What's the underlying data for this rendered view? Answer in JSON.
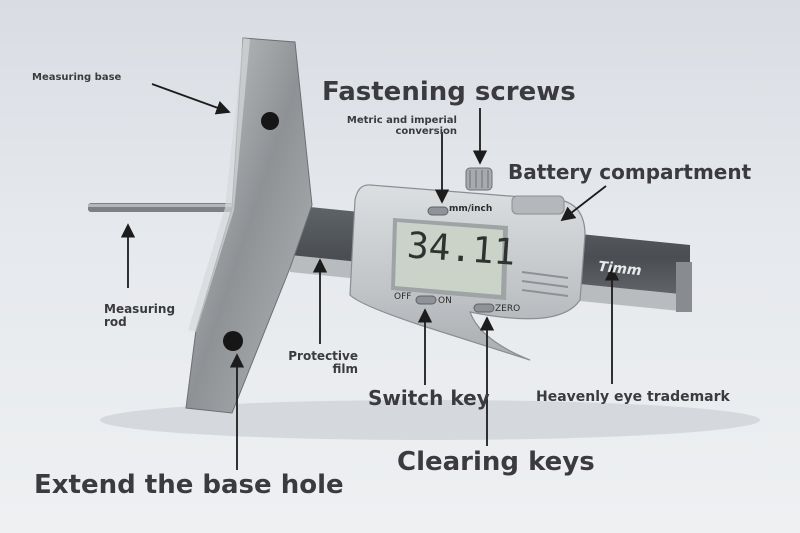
{
  "labels": {
    "measuring_base": "Measuring base",
    "fastening_screws": "Fastening screws",
    "metric_imperial_line1": "Metric and imperial",
    "metric_imperial_line2": "conversion",
    "battery_compartment": "Battery compartment",
    "measuring_rod_line1": "Measuring",
    "measuring_rod_line2": "rod",
    "protective_film_line1": "Protective",
    "protective_film_line2": "film",
    "switch_key": "Switch key",
    "heavenly_eye_trademark": "Heavenly eye trademark",
    "clearing_keys": "Clearing keys",
    "extend_base_hole": "Extend the base hole"
  },
  "device": {
    "display_reading": "34.11",
    "mm_inch_key": "mm/inch",
    "off_label": "OFF",
    "on_label": "ON",
    "zero_label": "ZERO",
    "brand": "Timm"
  },
  "colors": {
    "background": "#e3e6ea",
    "label_text": "#3b3b3f",
    "arrow": "#1c1c1c",
    "lcd": "#cbd3c9",
    "steel": "#9a9da0"
  }
}
